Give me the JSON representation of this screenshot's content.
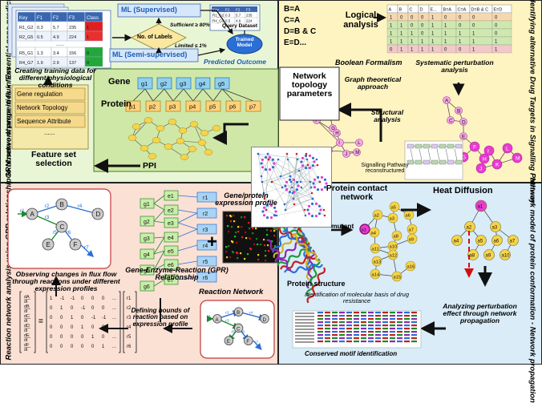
{
  "side_labels": {
    "left_top": "GRN network properties in Essential gene prediction through ML",
    "left_bottom": "Reaction network analysis using GPR relationship to observe change in flux flow",
    "right_top": "Identifying alternative Drug Targets in Signalling Pathway",
    "right_bottom": "Network model of protein conformation - Network propagation"
  },
  "ml": {
    "supervised": "ML (Supervised)",
    "semi_supervised": "ML (Semi-supervised)",
    "decision": "No. of Labels",
    "sufficient": "Sufficient ≥ 80%",
    "limited": "Limited ≤ 1%",
    "query_dataset": "Query Dataset",
    "trained_model": "Trained Model",
    "predicted_outcome": "Predicted Outcome",
    "training_caption": "Creating training data for different physiological conditions"
  },
  "table": {
    "headers": [
      "Key",
      "F1",
      "F2",
      "F3",
      "Class"
    ],
    "rows": [
      [
        "R1_G2",
        "0.3",
        "5.7",
        "235",
        "1"
      ],
      [
        "R2_G5",
        "0.5",
        "4.9",
        "224",
        "1"
      ],
      [
        "R5_G1",
        "1.3",
        "3.4",
        "156",
        "0"
      ],
      [
        "R4_G7",
        "1.9",
        "2.9",
        "137",
        "0"
      ]
    ],
    "query_headers": [
      "Key",
      "F1",
      "F2",
      "F3"
    ],
    "query_rows": [
      [
        "R1_G2",
        "0.3",
        "5.7",
        "235"
      ],
      [
        "R4_G3",
        "0.5",
        "4.9",
        "224"
      ]
    ]
  },
  "features": {
    "items": [
      "Gene regulation",
      "Network Topology",
      "Sequence Attribute",
      "......"
    ],
    "title": "Feature set selection",
    "ppi": "PPI"
  },
  "gene_protein": {
    "gene_label": "Gene",
    "protein_label": "Protein",
    "genes": [
      "g1",
      "g2",
      "g3",
      "g4",
      "g5"
    ],
    "proteins": [
      "p1",
      "p2",
      "p3",
      "p4",
      "p5",
      "p6",
      "p7"
    ]
  },
  "boolean": {
    "equations": [
      "B=A",
      "C=A",
      "D=B & C",
      "E=D..."
    ],
    "logical_analysis": "Logical analysis",
    "formalism": "Boolean Formalism",
    "truth_headers": [
      "A",
      "B",
      "C",
      "D",
      "E...",
      "B=A",
      "C=A",
      "D=B & C",
      "E=D"
    ],
    "truth_rows": [
      [
        "1",
        "0",
        "0",
        "0",
        "1",
        "0",
        "0",
        "0",
        "0"
      ],
      [
        "1",
        "1",
        "0",
        "0",
        "1",
        "1",
        "0",
        "0",
        "0"
      ],
      [
        "1",
        "1",
        "1",
        "0",
        "1",
        "1",
        "1",
        "1",
        "0"
      ],
      [
        "1",
        "1",
        "1",
        "1",
        "1",
        "1",
        "1",
        "1",
        "1"
      ],
      [
        "0",
        "1",
        "1",
        "1",
        "1",
        "0",
        "0",
        "1",
        "1"
      ]
    ]
  },
  "signalling": {
    "systematic": "Systematic perturbation analysis",
    "topology": "Network topology parameters",
    "graph_theory": "Graph theoretical approach",
    "structural": "Structural analysis",
    "pathway": "Signalling Pathway reconstructured",
    "nodes": [
      "A",
      "B",
      "C",
      "D",
      "E",
      "F",
      "G",
      "H",
      "I",
      "J",
      "K",
      "L",
      "M"
    ]
  },
  "gpr": {
    "genes": [
      "g1",
      "g2",
      "g3",
      "g4",
      "g5",
      "g6"
    ],
    "enzymes": [
      "e1",
      "e2",
      "e3",
      "e4",
      "e5",
      "e6",
      "e7"
    ],
    "reactions": [
      "r1",
      "r2",
      "r3",
      "r4",
      "r5",
      "r6"
    ],
    "expression_title": "Gene/protein expression profile",
    "relationship": "Gene-Enzyme-Reaction (GPR) Relationship",
    "reaction_network": "Reaction Network",
    "bounds": "Defining bounds of reaction based on expression profile",
    "flux_caption": "Observing changes in flux flow through reactions under different expression profiles",
    "plus": "+",
    "equals": "="
  },
  "flux_nodes": [
    "A",
    "B",
    "C",
    "D",
    "E",
    "F"
  ],
  "flux_edges": [
    "r1",
    "r2",
    "r3",
    "r4",
    "r5",
    "r6",
    "r7"
  ],
  "stoich": {
    "lhs": [
      "dA",
      "dB",
      "dC",
      "dD",
      "dE",
      "dF"
    ],
    "dt": "dt",
    "matrix": [
      [
        "1",
        "-1",
        "-1",
        "0",
        "0",
        "0",
        "..."
      ],
      [
        "0",
        "1",
        "0",
        "-1",
        "0",
        "0",
        "..."
      ],
      [
        "0",
        "0",
        "1",
        "0",
        "-1",
        "-1",
        "..."
      ],
      [
        "0",
        "0",
        "0",
        "1",
        "0",
        "0",
        "..."
      ],
      [
        "0",
        "0",
        "0",
        "0",
        "1",
        "0",
        "..."
      ],
      [
        "0",
        "0",
        "0",
        "0",
        "0",
        "1",
        "..."
      ]
    ],
    "rhs": [
      "r1",
      "r2",
      "r3",
      "r4",
      "r5",
      "r6"
    ]
  },
  "protein": {
    "contact_network": "Protein contact network",
    "heat_diffusion": "Heat Diffusion",
    "mutant": "mutant",
    "structure": "Protein structure",
    "resistance": "Identification of molecular basis of drug resistance",
    "propagation": "Analyzing perturbation effect through network propagation",
    "motif": "Conserved motif identification",
    "nodes": [
      "a1",
      "a2",
      "a3",
      "a4",
      "a5",
      "a6",
      "a7",
      "a8",
      "a9",
      "a10",
      "a11",
      "a12",
      "a13",
      "a14",
      "a15",
      "a16"
    ]
  },
  "colors": {
    "green_bg": "#e9f6d6",
    "yellow_bg": "#fdf4c2",
    "pink_bg": "#fbe0d4",
    "blue_bg": "#d9ecf8",
    "gene_blue": "#8fd0f0",
    "protein_orange": "#ffd27a",
    "magenta": "#e83ccf",
    "node_yellow": "#f5d44a"
  }
}
